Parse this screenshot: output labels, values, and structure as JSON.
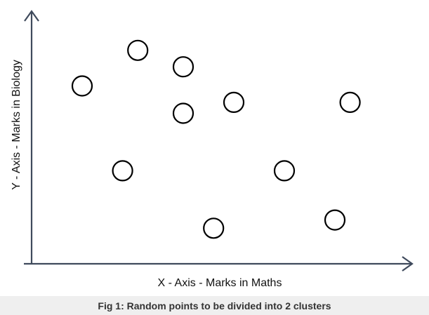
{
  "figure": {
    "caption": "Fig 1: Random points to be divided into 2 clusters"
  },
  "chart_data": {
    "type": "scatter",
    "xlabel": "X - Axis - Marks in Maths",
    "ylabel": "Y - Axis - Marks in Biology",
    "title": "",
    "grid": false,
    "marker": "hollow-circle",
    "color": "#000000",
    "x": [
      1.0,
      1.8,
      2.1,
      3.0,
      3.0,
      3.6,
      4.0,
      5.0,
      6.0,
      6.3
    ],
    "y": [
      6.5,
      3.4,
      7.8,
      7.2,
      5.5,
      1.3,
      5.9,
      3.4,
      1.6,
      5.9
    ]
  }
}
